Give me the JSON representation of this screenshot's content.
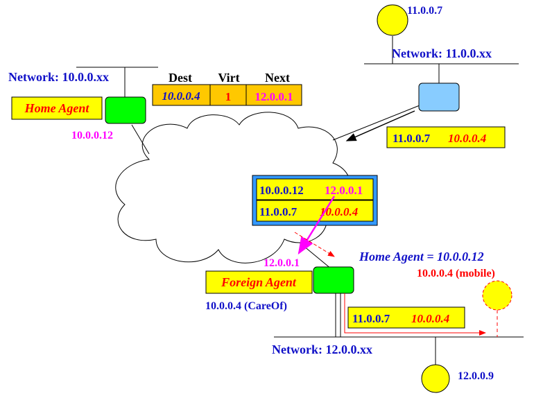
{
  "colors": {
    "blue_text": "#1010c8",
    "red_text": "#ff0000",
    "magenta_text": "#ff00ff",
    "box_yellow": "#ffff00",
    "table_orange": "#ffc800",
    "router_green": "#00ff00",
    "router_lightblue": "#88ccff",
    "node_yellow": "#ffff00",
    "packet_border": "#3399ff"
  },
  "networks": {
    "net_10": "Network: 10.0.0.xx",
    "net_11": "Network: 11.0.0.xx",
    "net_12": "Network: 12.0.0.xx"
  },
  "hosts": {
    "host_11": "11.0.0.7",
    "host_12": "12.0.0.9",
    "mobile": "10.0.0.4 (mobile)"
  },
  "home_agent": {
    "label": "Home Agent",
    "address": "10.0.0.12"
  },
  "foreign_agent": {
    "label": "Foreign Agent",
    "address": "12.0.0.1",
    "careof": "10.0.0.4 (CareOf)"
  },
  "binding_table": {
    "headers": [
      "Dest",
      "Virt",
      "Next"
    ],
    "row": [
      "10.0.0.4",
      "1",
      "12.0.0.1"
    ]
  },
  "packets": {
    "original": {
      "src": "11.0.0.7",
      "dst": "10.0.0.4"
    },
    "tunnel_outer": {
      "src": "10.0.0.12",
      "dst": "12.0.0.1"
    },
    "tunnel_inner": {
      "src": "11.0.0.7",
      "dst": "10.0.0.4"
    },
    "delivered": {
      "src": "11.0.0.7",
      "dst": "10.0.0.4"
    }
  },
  "annotation": "Home Agent = 10.0.0.12"
}
